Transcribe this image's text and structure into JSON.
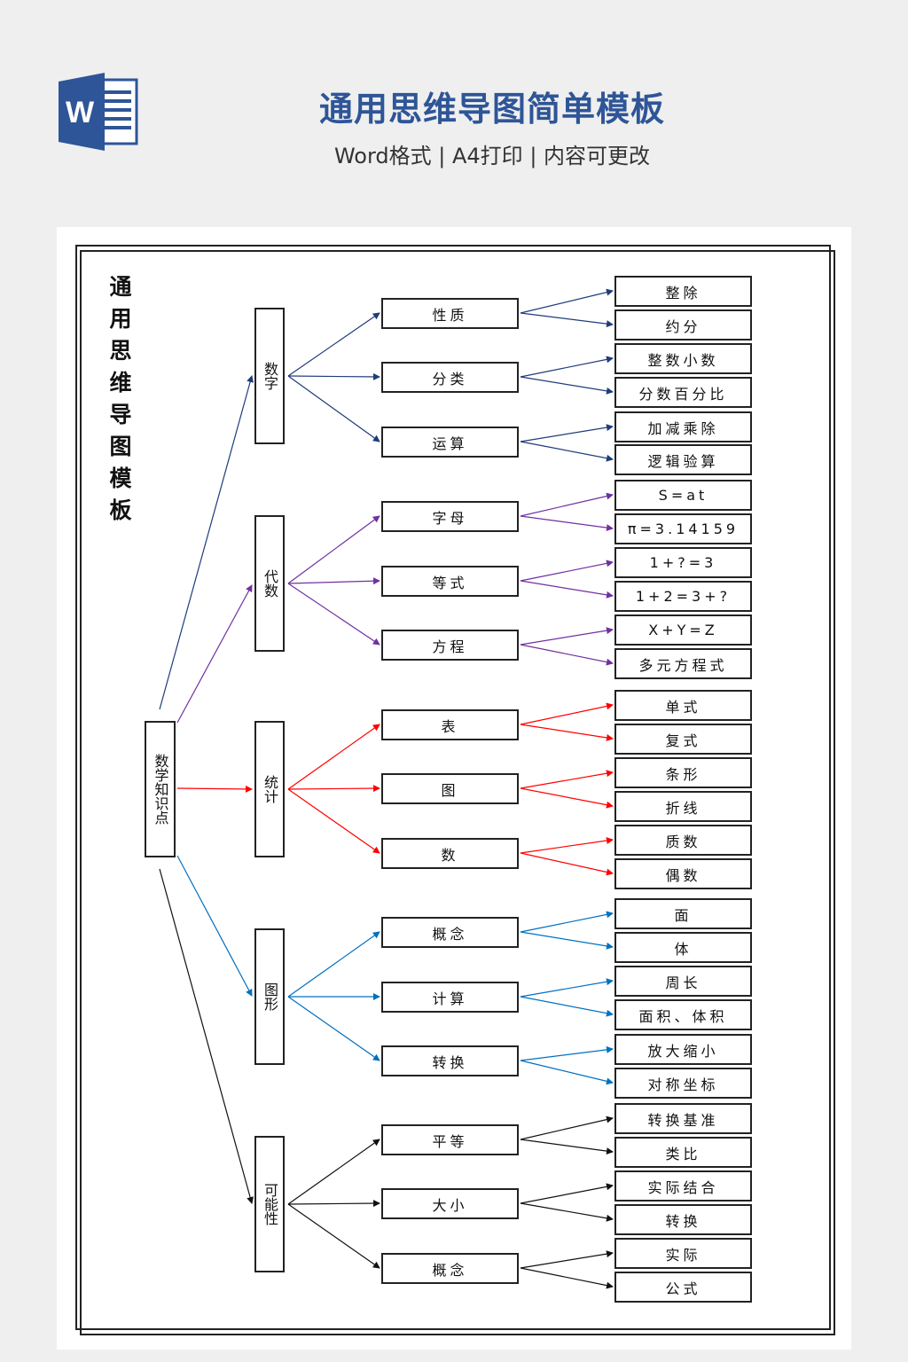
{
  "header": {
    "logo_letter": "W",
    "title": "通用思维导图简单模板",
    "subtitle": "Word格式 | A4打印 | 内容可更改"
  },
  "document": {
    "vertical_title": "通用思维导图模板",
    "root": "数学知识点",
    "branches": [
      {
        "label": "数字",
        "color": "#1f3b7b",
        "children": [
          {
            "label": "性质",
            "leaves": [
              "整除",
              "约分"
            ]
          },
          {
            "label": "分类",
            "leaves": [
              "整数小数",
              "分数百分比"
            ]
          },
          {
            "label": "运算",
            "leaves": [
              "加减乘除",
              "逻辑验算"
            ]
          }
        ]
      },
      {
        "label": "代数",
        "color": "#7030a0",
        "children": [
          {
            "label": "字母",
            "leaves": [
              "S=at",
              "π=3.14159"
            ]
          },
          {
            "label": "等式",
            "leaves": [
              "1+?=3",
              "1+2=3+?"
            ]
          },
          {
            "label": "方程",
            "leaves": [
              "X+Y=Z",
              "多元方程式"
            ]
          }
        ]
      },
      {
        "label": "统计",
        "color": "#ff0000",
        "children": [
          {
            "label": "表",
            "leaves": [
              "单式",
              "复式"
            ]
          },
          {
            "label": "图",
            "leaves": [
              "条形",
              "折线"
            ]
          },
          {
            "label": "数",
            "leaves": [
              "质数",
              "偶数"
            ]
          }
        ]
      },
      {
        "label": "图形",
        "color": "#0070c0",
        "children": [
          {
            "label": "概念",
            "leaves": [
              "面",
              "体"
            ]
          },
          {
            "label": "计算",
            "leaves": [
              "周长",
              "面积、体积"
            ]
          },
          {
            "label": "转换",
            "leaves": [
              "放大缩小",
              "对称坐标"
            ]
          }
        ]
      },
      {
        "label": "可能性",
        "color": "#111111",
        "children": [
          {
            "label": "平等",
            "leaves": [
              "转换基准",
              "类比"
            ]
          },
          {
            "label": "大小",
            "leaves": [
              "实际结合",
              "转换"
            ]
          },
          {
            "label": "概念",
            "leaves": [
              "实际",
              "公式"
            ]
          }
        ]
      }
    ]
  }
}
